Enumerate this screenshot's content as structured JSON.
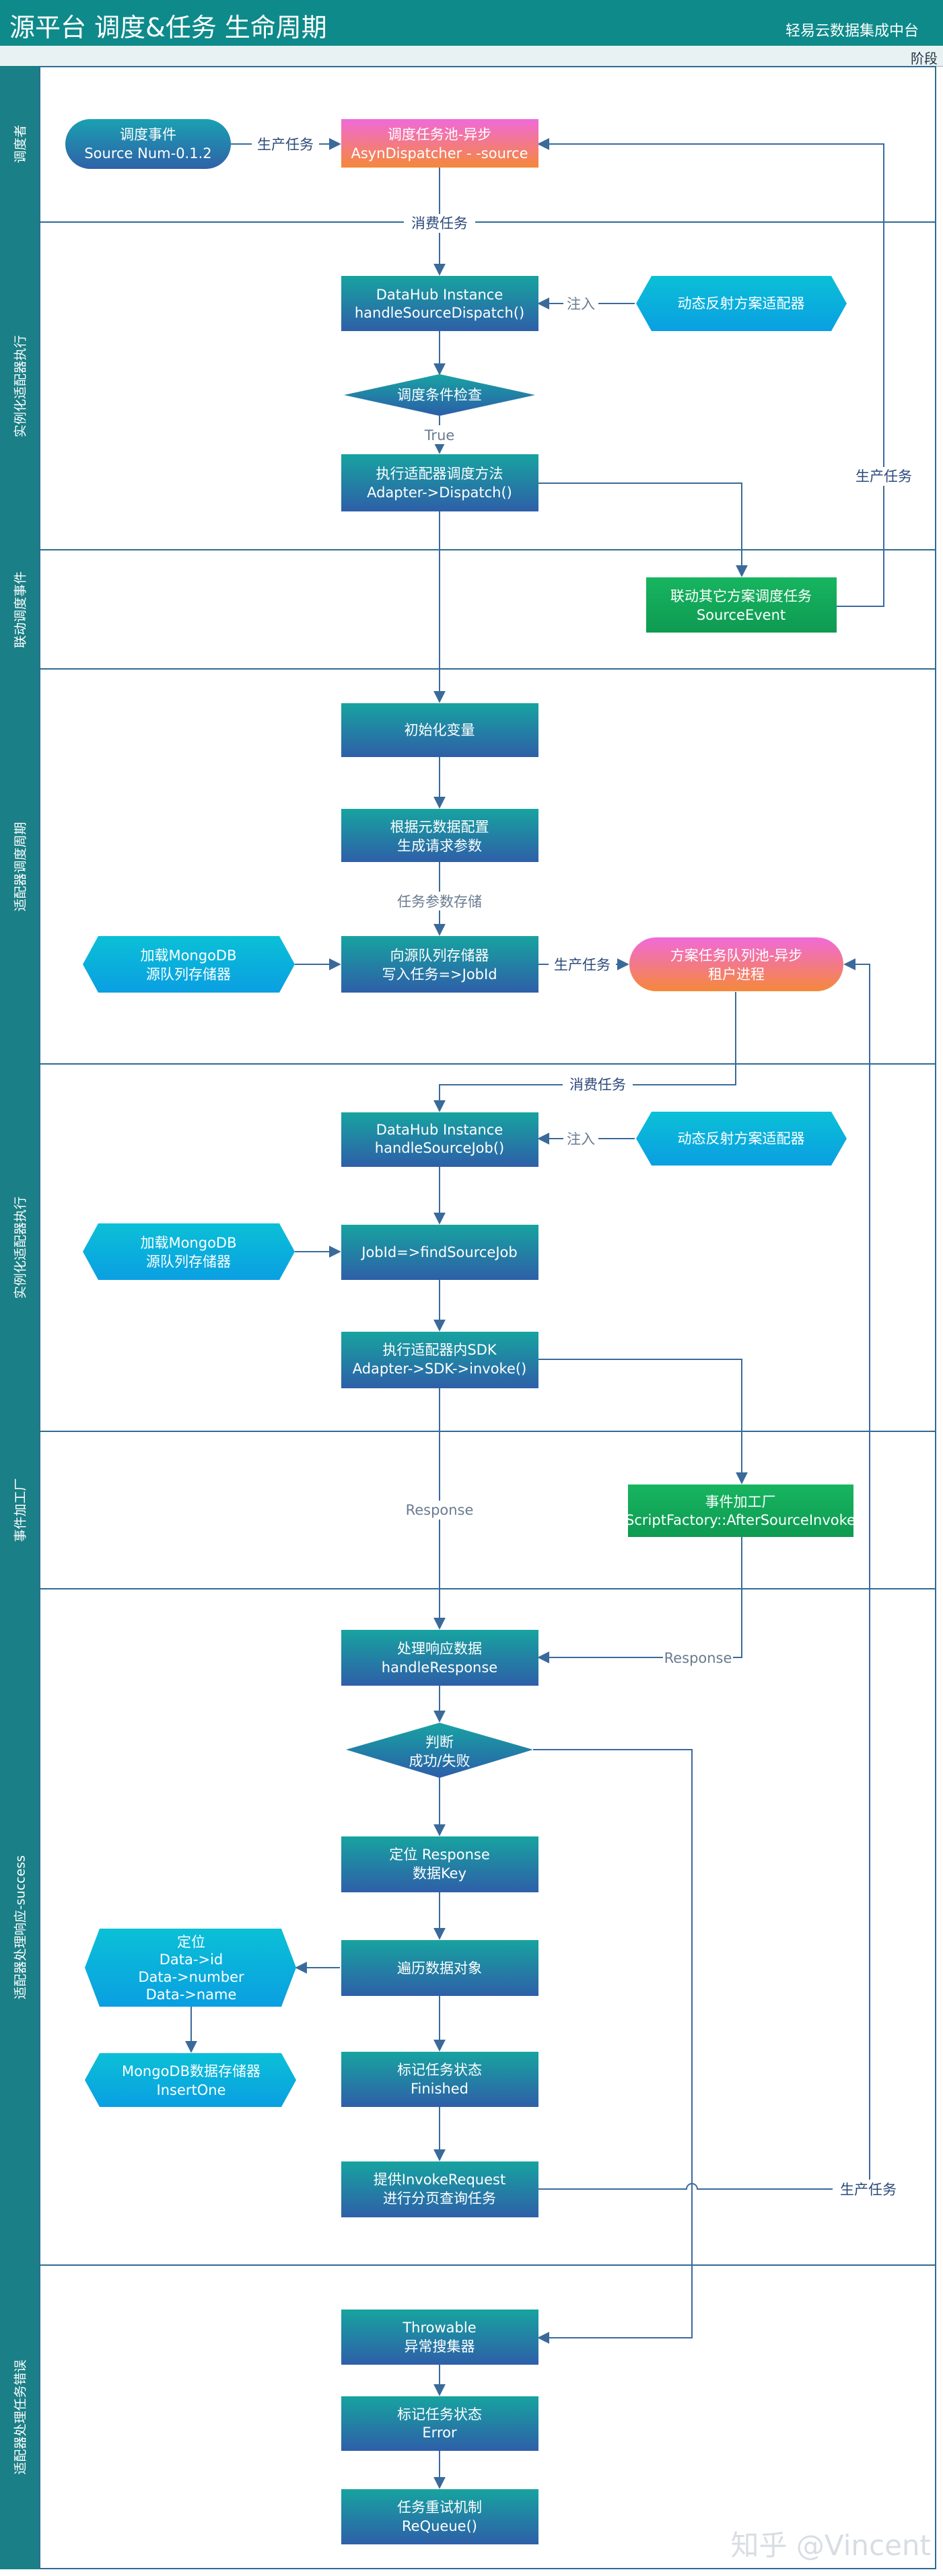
{
  "header": {
    "title": "源平台  调度&任务 生命周期",
    "company": "轻易云数据集成中台",
    "phase": "阶段"
  },
  "lanes": [
    {
      "label": "调度者"
    },
    {
      "label": "实例化适配器执行"
    },
    {
      "label": "联动调度事件"
    },
    {
      "label": "适配器调度周期"
    },
    {
      "label": "实例化适配器执行"
    },
    {
      "label": "事件加工厂"
    },
    {
      "label": "适配器处理响应-success"
    },
    {
      "label": "适配器处理任务错误"
    }
  ],
  "nodes": {
    "dispatch_event": [
      "调度事件",
      "Source Num-0.1.2"
    ],
    "dispatch_pool": [
      "调度任务池-异步",
      "AsynDispatcher - -source"
    ],
    "datahub1": [
      "DataHub Instance",
      "handleSourceDispatch()"
    ],
    "reflect1": [
      "动态反射方案适配器"
    ],
    "check": [
      "调度条件检查"
    ],
    "exec_dispatch": [
      "执行适配器调度方法",
      "Adapter->Dispatch()"
    ],
    "linkage": [
      "联动其它方案调度任务",
      "SourceEvent"
    ],
    "init_var": [
      "初始化变量"
    ],
    "gen_params": [
      "根据元数据配置",
      "生成请求参数"
    ],
    "load_mongo1": [
      "加载MongoDB",
      "源队列存储器"
    ],
    "queue_write": [
      "向源队列存储器",
      "写入任务=>JobId"
    ],
    "job_pool": [
      "方案任务队列池-异步",
      "租户进程"
    ],
    "datahub2": [
      "DataHub Instance",
      "handleSourceJob()"
    ],
    "reflect2": [
      "动态反射方案适配器"
    ],
    "load_mongo2": [
      "加载MongoDB",
      "源队列存储器"
    ],
    "find_job": [
      "JobId=>findSourceJob"
    ],
    "exec_sdk": [
      "执行适配器内SDK",
      "Adapter->SDK->invoke()"
    ],
    "script_factory": [
      "事件加工厂",
      "ScriptFactory::AfterSourceInvoke"
    ],
    "handle_resp": [
      "处理响应数据",
      "handleResponse"
    ],
    "judge": [
      "判断",
      "成功/失败"
    ],
    "locate_key": [
      "定位 Response",
      "数据Key"
    ],
    "locate_fields": [
      "定位",
      "Data->id",
      "Data->number",
      "Data->name"
    ],
    "iterate": [
      "遍历数据对象"
    ],
    "mongo_store": [
      "MongoDB数据存储器",
      "InsertOne"
    ],
    "mark_finished": [
      "标记任务状态",
      "Finished"
    ],
    "invoke_req": [
      "提供InvokeRequest",
      "进行分页查询任务"
    ],
    "throwable": [
      "Throwable",
      "异常搜集器"
    ],
    "mark_error": [
      "标记任务状态",
      "Error"
    ],
    "retry": [
      "任务重试机制",
      "ReQueue()"
    ]
  },
  "edges": {
    "produce1": "生产任务",
    "consume1": "消费任务",
    "inject1": "注入",
    "true_label": "True",
    "produce_right1": "生产任务",
    "task_param_store": "任务参数存储",
    "produce2": "生产任务",
    "consume2": "消费任务",
    "inject2": "注入",
    "response1": "Response",
    "response2": "Response",
    "produce3": "生产任务"
  },
  "watermark": "知乎 @Vincent",
  "colors": {
    "header": "#0e8a8a",
    "lane": "#1a7f86",
    "box_top": "#17a3a0",
    "box_bottom": "#2e5fa8",
    "hex_top": "#0bc0d6",
    "hex_bottom": "#0aa0e0",
    "pill_top": "#ef6fd6",
    "pill_bottom": "#f5873a",
    "green": "#19b157",
    "diamond": "#2a78b0",
    "line": "#3a6a9a"
  }
}
